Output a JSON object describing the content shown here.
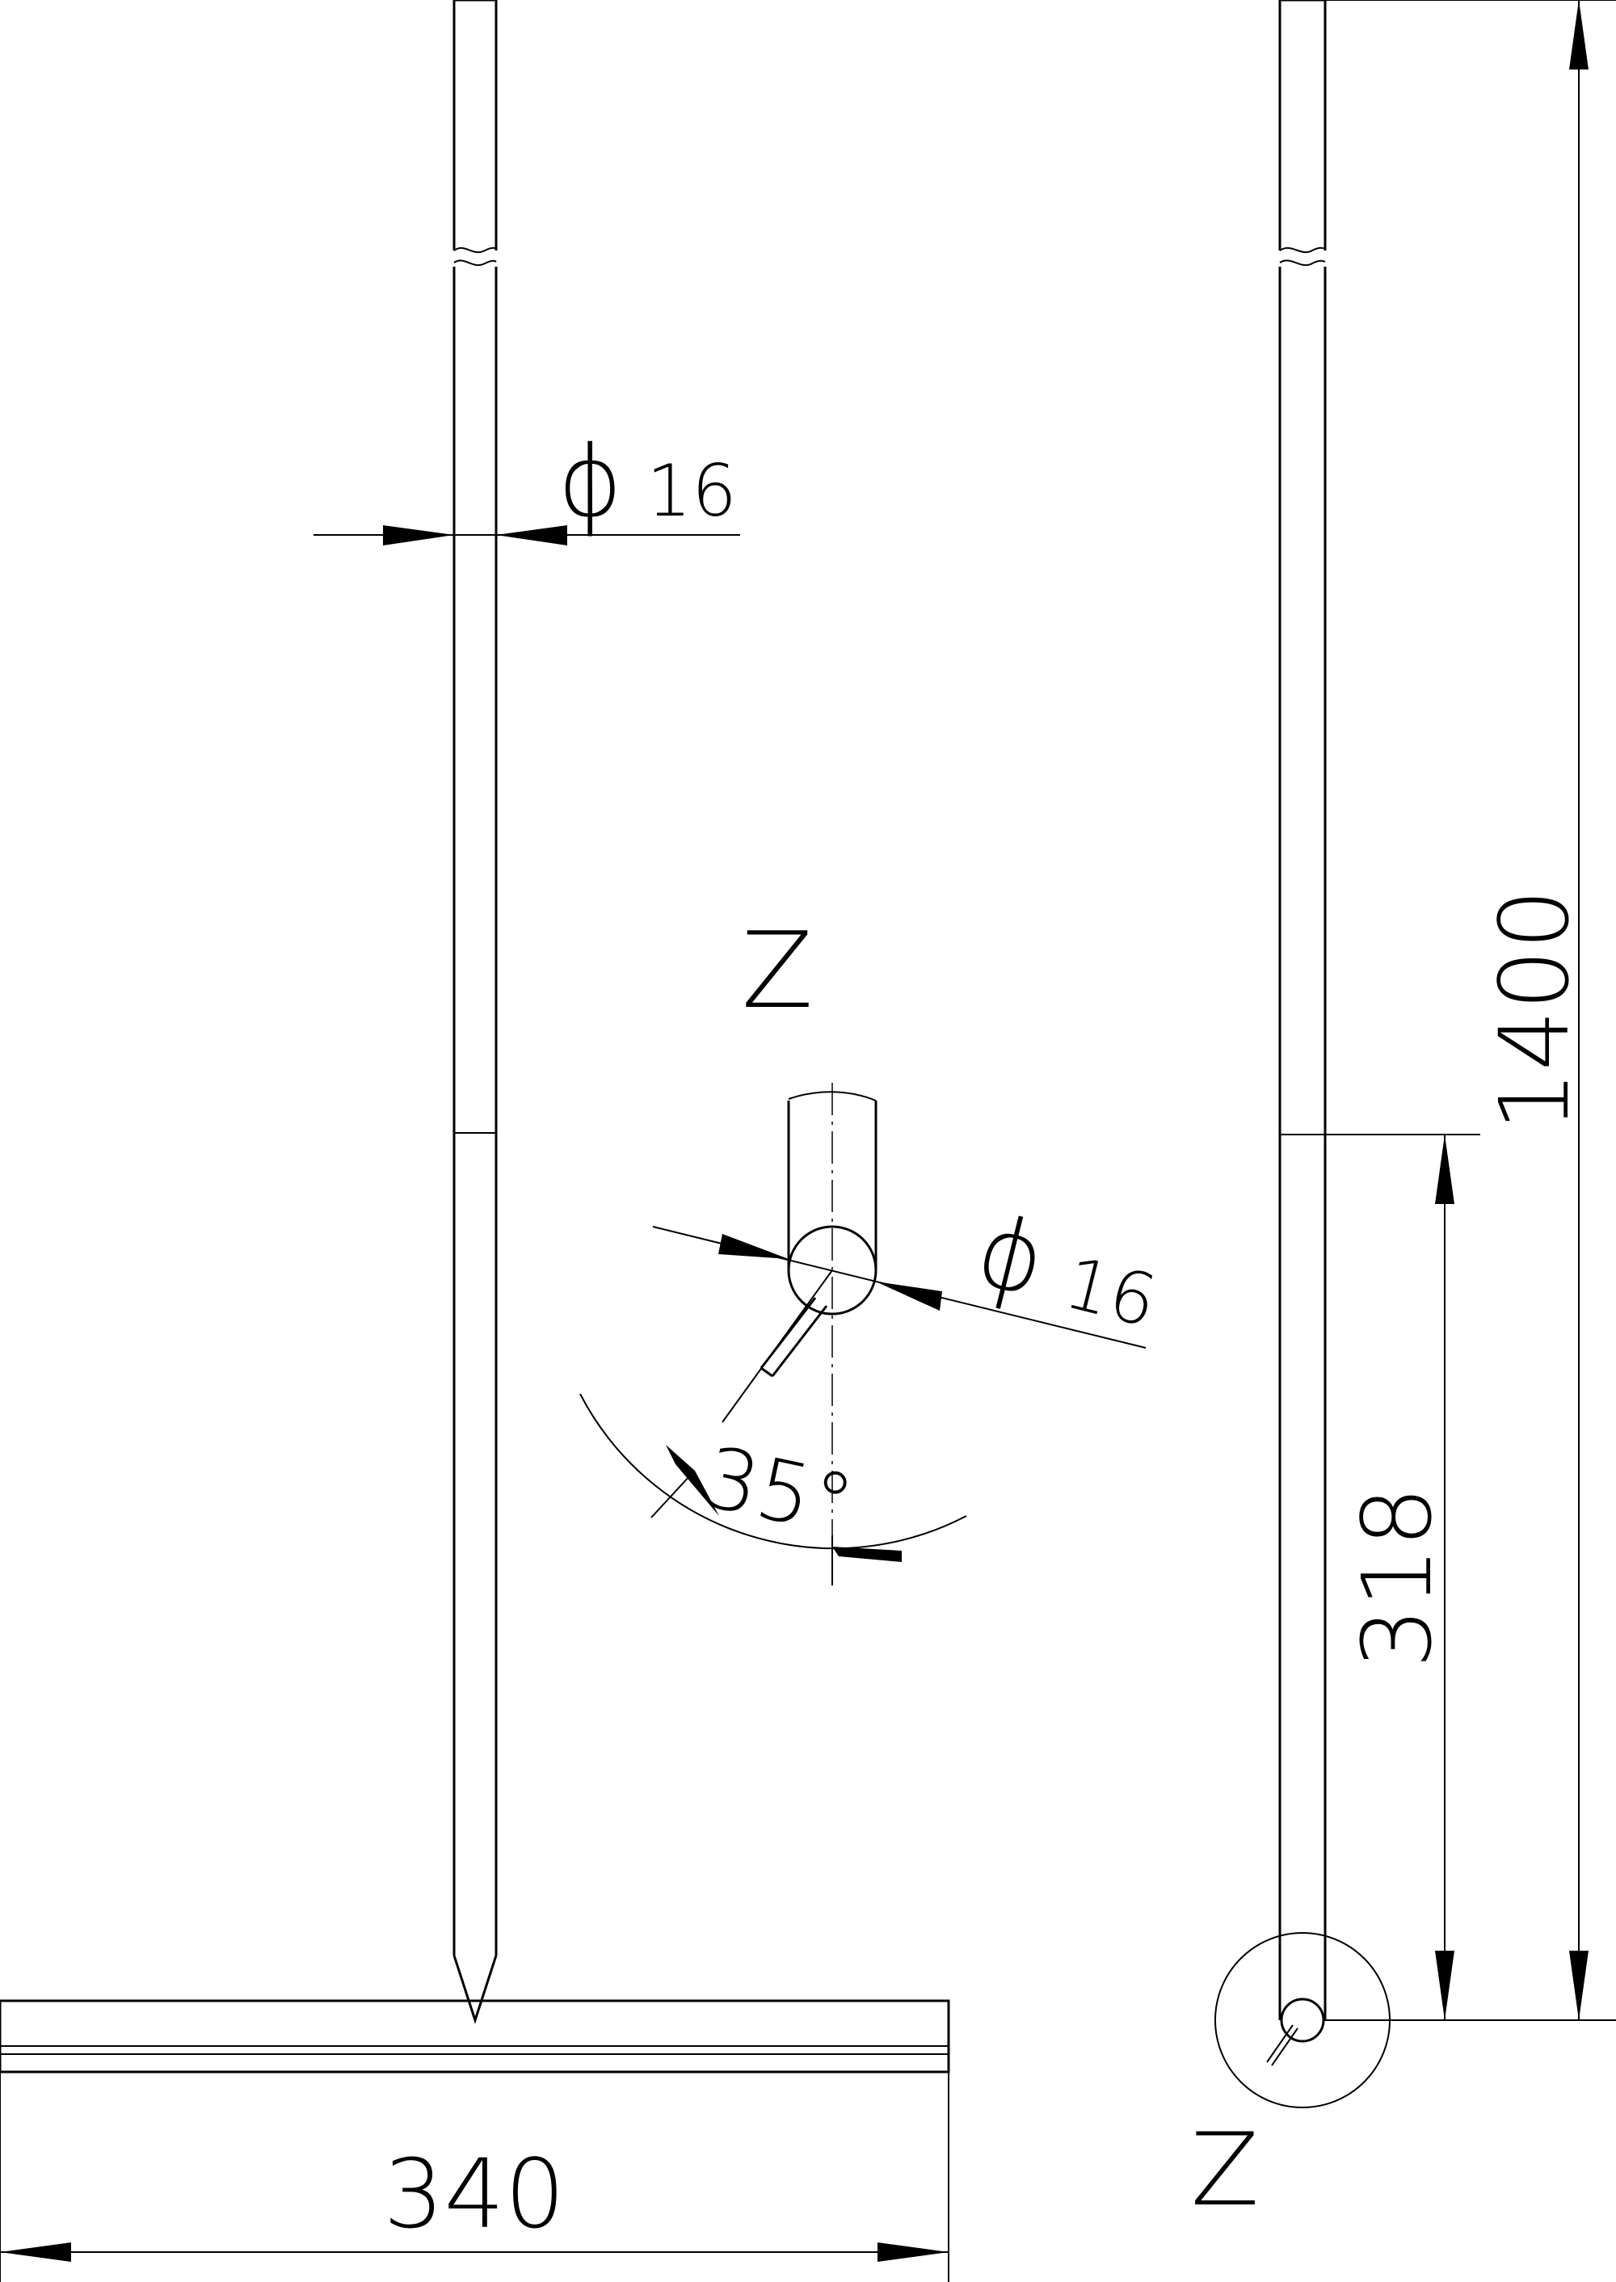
{
  "drawing": {
    "view_labels": {
      "detail_view_title": "Z",
      "detail_callout": "Z"
    },
    "dimensions": {
      "rod_diameter_symbol": "ϕ",
      "rod_diameter_value": "16",
      "detail_diameter_symbol": "ϕ",
      "detail_diameter_value": "16",
      "angle": "35°",
      "total_height": "1400",
      "partial_height": "318",
      "base_width": "340"
    }
  }
}
